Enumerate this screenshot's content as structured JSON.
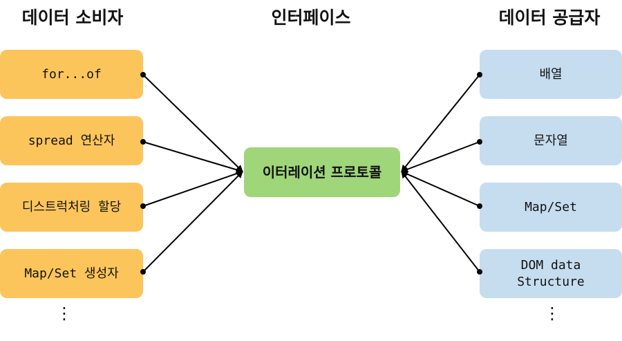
{
  "headings": {
    "consumer": "데이터 소비자",
    "interface": "인터페이스",
    "provider": "데이터 공급자"
  },
  "consumers": [
    "for...of",
    "spread 연산자",
    "디스트럭처링 할당",
    "Map/Set 생성자"
  ],
  "interface": "이터레이션 프로토콜",
  "providers": [
    "배열",
    "문자열",
    "Map/Set",
    "DOM data\nStructure"
  ],
  "ellipsis": "⋮",
  "colors": {
    "consumer": "#FCC55B",
    "interface": "#9FD67A",
    "provider": "#C6DDF0",
    "arrow": "#000000"
  }
}
